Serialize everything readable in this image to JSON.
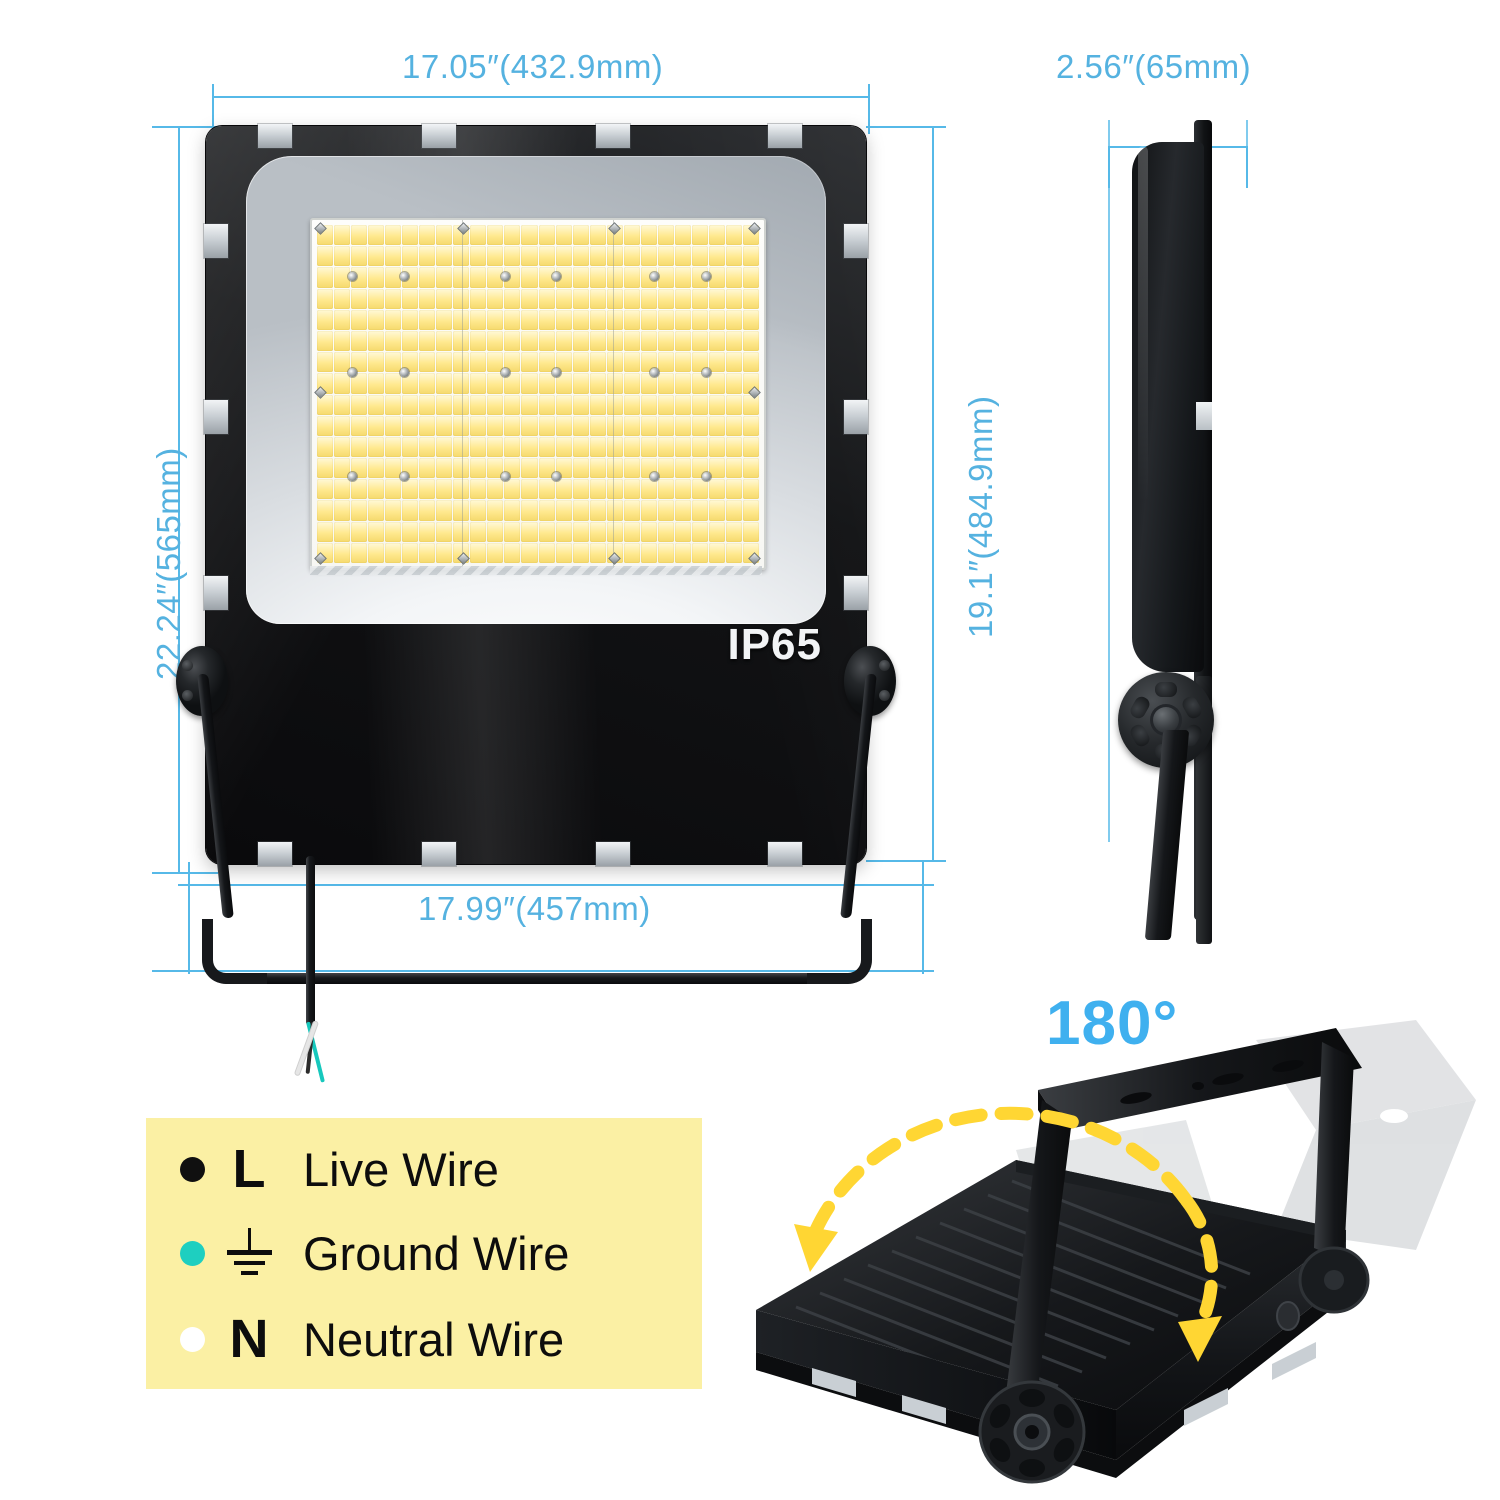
{
  "product": {
    "name": "LED Flood Light",
    "ip_rating": "IP65"
  },
  "dimensions": {
    "front_width_top": "17.05″(432.9mm)",
    "front_height_left": "22.24″(565mm)",
    "front_height_right": "19.1″(484.9mm)",
    "bracket_width_bottom": "17.99″(457mm)",
    "side_depth": "2.56″(65mm)"
  },
  "rotation": {
    "angle_label": "180°"
  },
  "wiring_legend": {
    "rows": [
      {
        "dot_color": "#101010",
        "symbol": "L",
        "symbol_type": "letter",
        "label": "Live Wire"
      },
      {
        "dot_color": "#1ecfc0",
        "symbol": "⏚",
        "symbol_type": "ground",
        "label": "Ground Wire"
      },
      {
        "dot_color": "#ffffff",
        "symbol": "N",
        "symbol_type": "letter",
        "label": "Neutral Wire"
      }
    ]
  },
  "colors": {
    "dimension_blue": "#56b9e8",
    "dimension_text_blue": "#55b2e0",
    "angle_blue": "#3fb0ef",
    "legend_background": "#fbf0a4",
    "arrow_yellow": "#ffd633",
    "ground_teal": "#1ecfc0",
    "body_black": "#121315"
  },
  "led_panel": {
    "columns": 26,
    "rows": 16
  }
}
